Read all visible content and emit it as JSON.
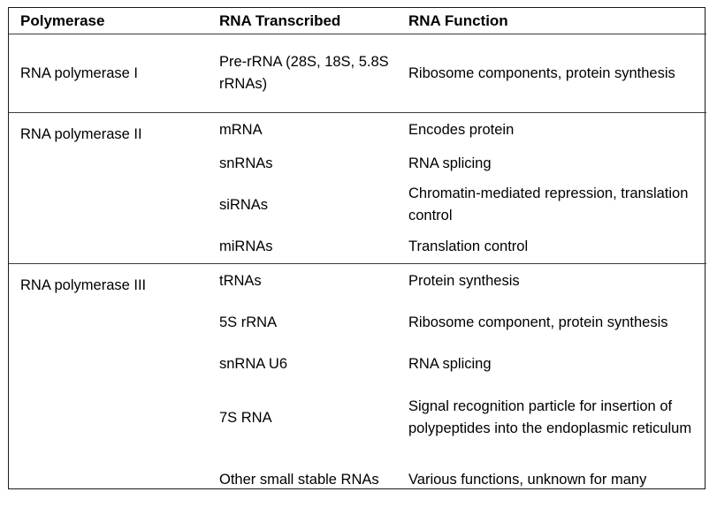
{
  "table": {
    "columns": [
      {
        "key": "polymerase",
        "label": "Polymerase"
      },
      {
        "key": "rna_transcribed",
        "label": "RNA Transcribed"
      },
      {
        "key": "rna_function",
        "label": "RNA Function"
      }
    ],
    "groups": [
      {
        "polymerase": "RNA polymerase I",
        "rows": [
          {
            "rna_transcribed": "Pre-rRNA (28S, 18S, 5.8S rRNAs)",
            "rna_function": "Ribosome components, protein synthesis"
          }
        ]
      },
      {
        "polymerase": "RNA polymerase II",
        "rows": [
          {
            "rna_transcribed": "mRNA",
            "rna_function": "Encodes protein"
          },
          {
            "rna_transcribed": "snRNAs",
            "rna_function": "RNA splicing"
          },
          {
            "rna_transcribed": "siRNAs",
            "rna_function": "Chromatin-mediated repression, translation control"
          },
          {
            "rna_transcribed": "miRNAs",
            "rna_function": "Translation control"
          }
        ]
      },
      {
        "polymerase": "RNA polymerase III",
        "rows": [
          {
            "rna_transcribed": "tRNAs",
            "rna_function": "Protein synthesis"
          },
          {
            "rna_transcribed": "5S rRNA",
            "rna_function": "Ribosome component, protein synthesis"
          },
          {
            "rna_transcribed": "snRNA U6",
            "rna_function": "RNA splicing"
          },
          {
            "rna_transcribed": "7S RNA",
            "rna_function": "Signal recognition particle for insertion of polypeptides into the endoplasmic reticulum"
          },
          {
            "rna_transcribed": "Other small stable RNAs",
            "rna_function": "Various functions, unknown for many"
          }
        ]
      }
    ]
  },
  "colors": {
    "text": "#000000",
    "border": "#1a1a1a",
    "rule": "#3c3c3c",
    "background": "#ffffff"
  }
}
